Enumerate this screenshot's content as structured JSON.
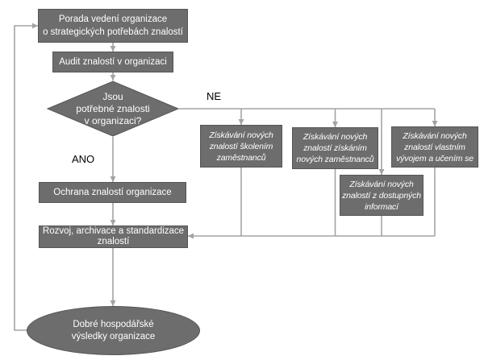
{
  "nodes": {
    "strategy_meeting": {
      "lines": [
        "Porada vedení organizace",
        "o strategických potřebách znalostí"
      ]
    },
    "audit": {
      "lines": [
        "Audit znalostí v organizaci"
      ]
    },
    "decision": {
      "lines": [
        "Jsou",
        "potřebné znalosti",
        "v organizaci?"
      ]
    },
    "protection": {
      "lines": [
        "Ochrana znalostí organizace"
      ]
    },
    "development": {
      "lines": [
        "Rozvoj, archivace a standardizace",
        "znalostí"
      ]
    },
    "result": {
      "lines": [
        "Dobré hospodářské",
        "výsledky organizace"
      ]
    },
    "acquire_training": {
      "lines": [
        "Získávání nových",
        "znalostí školením",
        "zaměstnanců"
      ]
    },
    "acquire_hiring": {
      "lines": [
        "Získávání nových",
        "znalostí získáním",
        "nových zaměstnanců"
      ]
    },
    "acquire_own_development": {
      "lines": [
        "Získávání nových",
        "znalostí vlastním",
        "vývojem a učením se"
      ]
    },
    "acquire_information": {
      "lines": [
        "Získávání nových",
        "znalostí z dostupných",
        "informací"
      ]
    }
  },
  "edge_labels": {
    "no": "NE",
    "yes": "ANO"
  },
  "colors": {
    "node_fill": "#6d6d6d",
    "node_border": "#555555",
    "node_text": "#ffffff",
    "connector": "#a3a3a3",
    "label_text": "#000000",
    "background": "#ffffff"
  }
}
